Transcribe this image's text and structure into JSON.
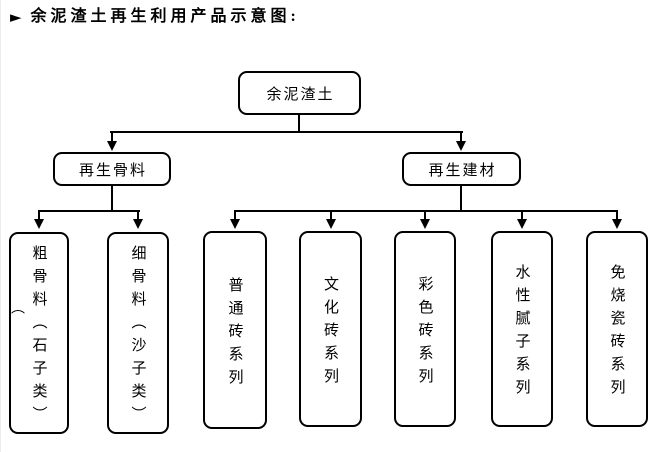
{
  "title": {
    "bullet": "►",
    "text": "余泥渣土再生利用产品示意图:"
  },
  "tree": {
    "root": "余泥渣土",
    "branches": [
      {
        "label": "再生骨料",
        "children": [
          "粗骨料（石子类）",
          "细骨料（沙子类）"
        ]
      },
      {
        "label": "再生建材",
        "children": [
          "普通砖系列",
          "文化砖系列",
          "彩色砖系列",
          "水性腻子系列",
          "免烧瓷砖系列"
        ]
      }
    ],
    "stray_paren": "（"
  },
  "icons": {
    "title_bullet": "play-triangle-icon",
    "connector_arrowheads": "arrow-down-icon"
  },
  "colors": {
    "background": "#ffffff",
    "line": "#000000",
    "text": "#000000",
    "box_border": "#000000"
  }
}
